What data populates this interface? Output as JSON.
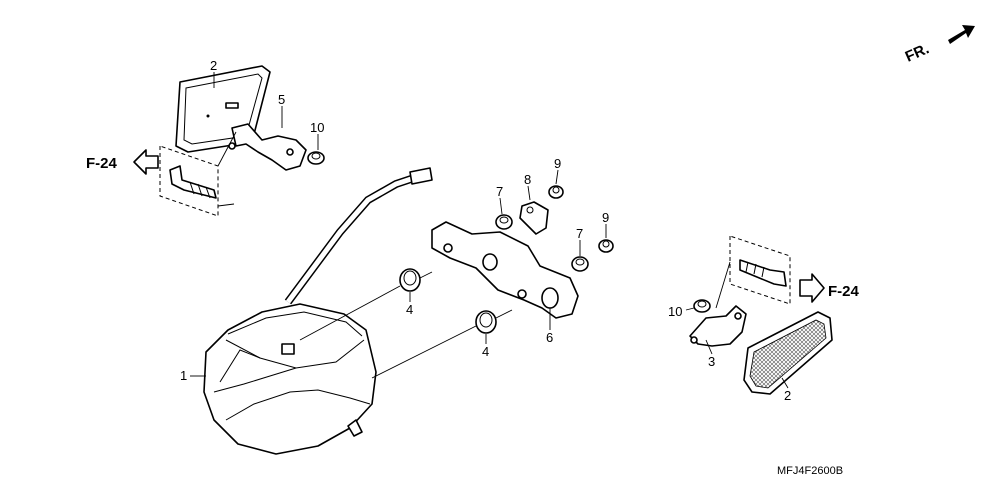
{
  "diagram": {
    "code": "MFJ4F2600B",
    "direction_label": "FR.",
    "ref_left": "F-24",
    "ref_right": "F-24",
    "callouts": {
      "c1": "1",
      "c2a": "2",
      "c2b": "2",
      "c3": "3",
      "c4a": "4",
      "c4b": "4",
      "c5": "5",
      "c6": "6",
      "c7a": "7",
      "c7b": "7",
      "c8": "8",
      "c9a": "9",
      "c9b": "9",
      "c10a": "10",
      "c10b": "10"
    }
  }
}
